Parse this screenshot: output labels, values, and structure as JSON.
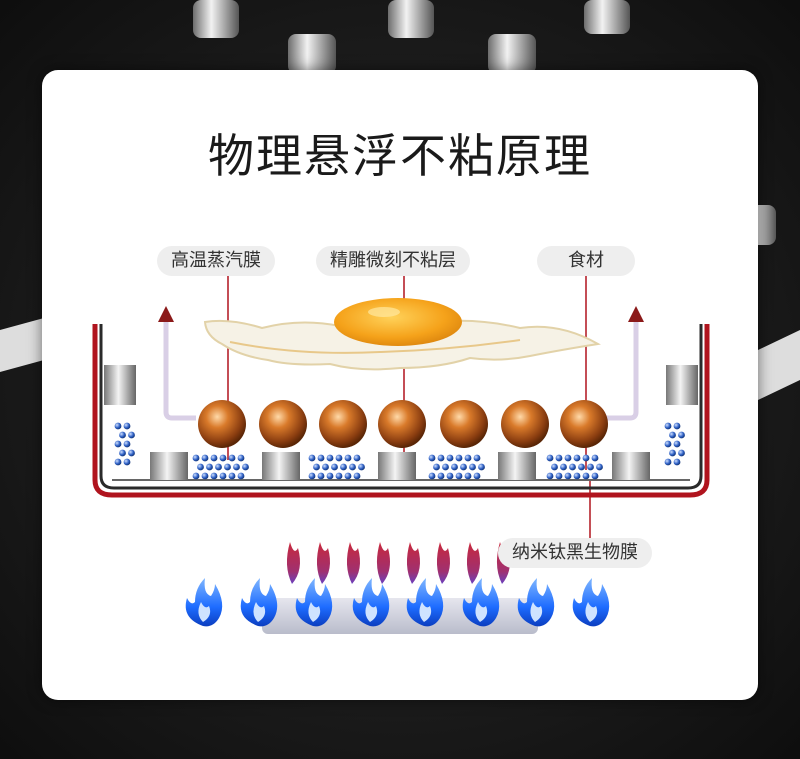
{
  "title": "物理悬浮不粘原理",
  "labels": {
    "steam_film": "高温蒸汽膜",
    "nonstick_layer": "精雕微刻不粘层",
    "food": "食材",
    "titanium_film": "纳米钛黑生物膜"
  },
  "colors": {
    "pan_red": "#b0141e",
    "flame_blue": "#1e6cff",
    "flame_red": "#c8283c",
    "sphere": "#b8581c"
  },
  "icons": {
    "egg": "fried-egg-icon",
    "flame": "flame-icon",
    "arrow": "up-arrow-icon"
  }
}
